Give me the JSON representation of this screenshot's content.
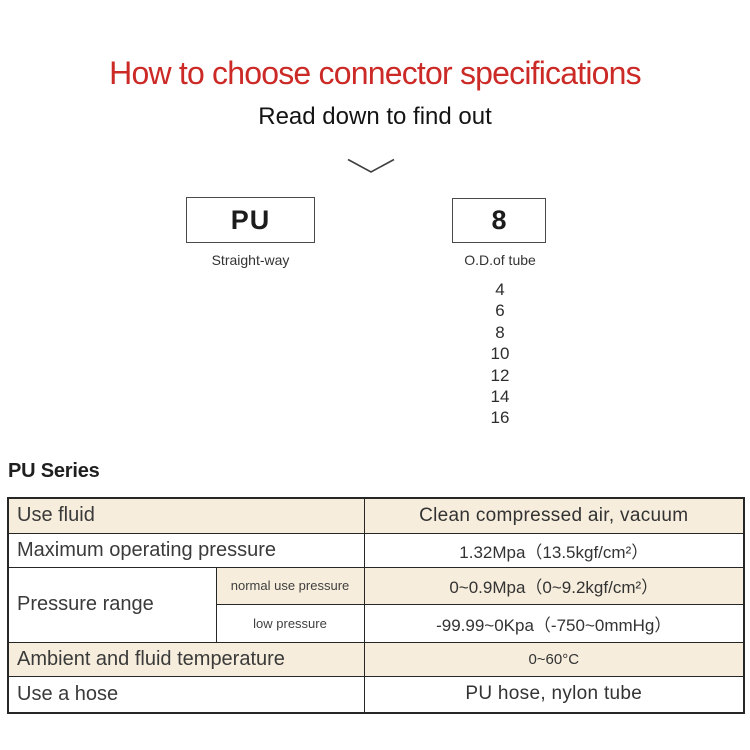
{
  "header": {
    "title": "How to choose connector specifications",
    "subtitle": "Read down to find out"
  },
  "icons": {
    "down_indicator": "chevron-down-icon"
  },
  "selector": {
    "part_code": {
      "code": "PU",
      "label": "Straight-way"
    },
    "size_code": {
      "code": "8",
      "label": "O.D.of tube",
      "options": [
        "4",
        "6",
        "8",
        "10",
        "12",
        "14",
        "16"
      ]
    }
  },
  "series": {
    "heading": "PU Series"
  },
  "spec_table": {
    "rows": [
      {
        "label": "Use fluid",
        "value": "Clean compressed air, vacuum",
        "shaded": true
      },
      {
        "label": "Maximum operating pressure",
        "value": "1.32Mpa（13.5kgf/cm²）",
        "shaded": false
      },
      {
        "label": "Pressure range",
        "sublabel": "normal use pressure",
        "value": "0~0.9Mpa（0~9.2kgf/cm²）",
        "shaded": true
      },
      {
        "sublabel": "low pressure",
        "value": "-99.99~0Kpa（-750~0mmHg）",
        "shaded": false
      },
      {
        "label": "Ambient and fluid temperature",
        "value": "0~60°C",
        "shaded": true
      },
      {
        "label": "Use a hose",
        "value": "PU hose, nylon tube",
        "shaded": false
      }
    ]
  },
  "colors": {
    "accent_red": "#cb2a26",
    "row_shade": "#f6eddc",
    "table_border": "#262626",
    "background": "#ffffff"
  }
}
